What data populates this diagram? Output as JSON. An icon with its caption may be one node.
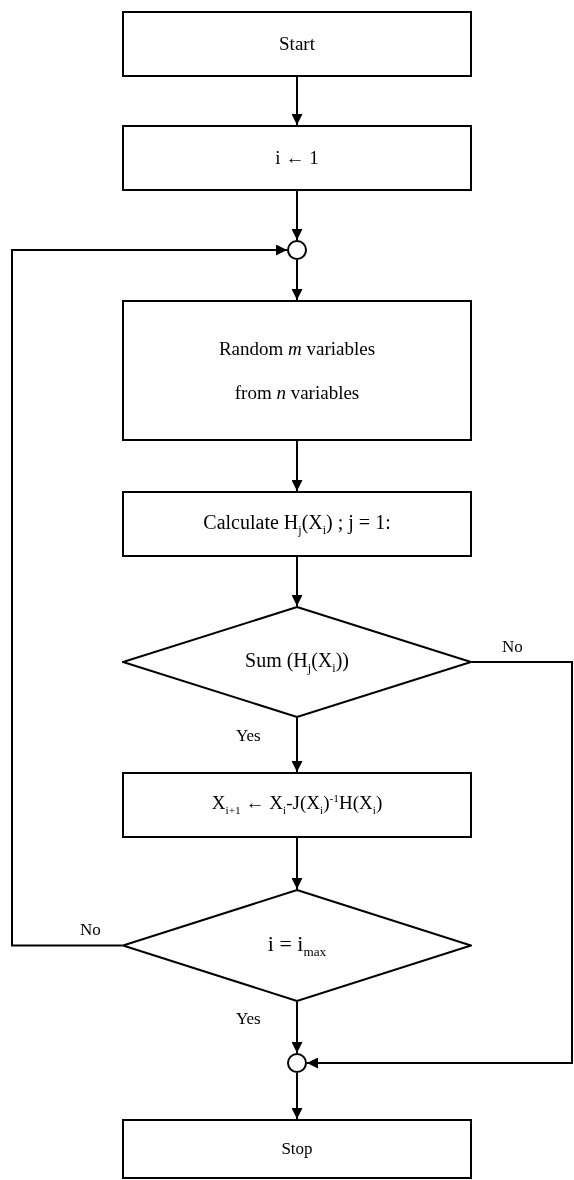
{
  "diagram": {
    "nodes": [
      {
        "text": [
          "Start"
        ]
      },
      {
        "text": [
          "i ← 1"
        ]
      },
      {
        "text": [],
        "shape": "circle"
      },
      {
        "text": [
          "Random *m* variables from *n* variables"
        ]
      },
      {
        "text": [
          "Calculate H$_{j}$(X$_{i}$) ; j = 1:"
        ]
      },
      {
        "text": [
          "Sum (H$_{j}$(X$_{i}$))"
        ]
      },
      {
        "text": [
          "X$_{i+1}$ ← X$_{i}$-J(X$_{i}$)$^{-1}$H(X$_{i}$)"
        ]
      },
      {
        "text": [
          "i = i$_{max}$"
        ]
      },
      {
        "text": [],
        "shape": "circle"
      },
      {
        "text": [
          "Stop"
        ]
      }
    ],
    "edges": [
      {
        "from": 0,
        "to": 1,
        "arrow": "to"
      },
      {
        "from": 1,
        "to": 2,
        "arrow": "to"
      },
      {
        "from": 7,
        "to": 2,
        "arrow": "to",
        "label": "No"
      },
      {
        "from": 2,
        "to": 3,
        "arrow": "to"
      },
      {
        "from": 3,
        "to": 4,
        "arrow": "to"
      },
      {
        "from": 4,
        "to": 5,
        "arrow": "to"
      },
      {
        "from": 5,
        "to": 6,
        "arrow": "to",
        "label": "Yes"
      },
      {
        "from": 5,
        "to": 8,
        "arrow": "to",
        "label": "No"
      },
      {
        "from": 6,
        "to": 7,
        "arrow": "to"
      },
      {
        "from": 7,
        "to": 8,
        "arrow": "to",
        "label": "Yes"
      },
      {
        "from": 8,
        "to": 9,
        "arrow": "to"
      }
    ]
  }
}
